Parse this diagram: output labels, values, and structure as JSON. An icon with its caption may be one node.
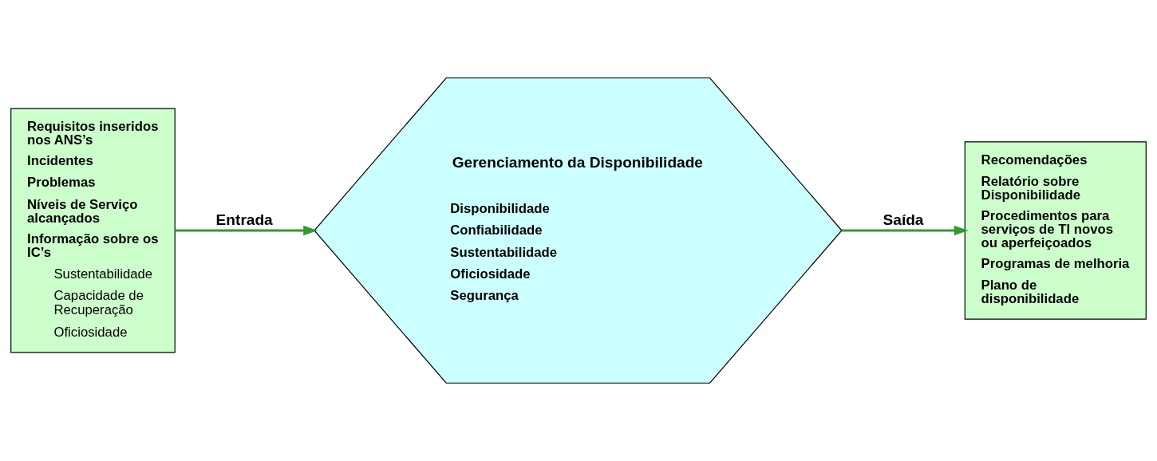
{
  "diagram": {
    "nodes": [
      {
        "text": [
          "Requisitos inseridos nos ANS’s",
          "Incidentes",
          "Problemas",
          "Níveis de Serviço alcançados",
          "Informação sobre os IC’s",
          "Sustentabilidade",
          "Capacidade de Recuperação",
          "Oficiosidade"
        ]
      },
      {
        "text": [
          "Gerenciamento da Disponibilidade",
          "Disponibilidade",
          "Confiabilidade",
          "Sustentabilidade",
          "Oficiosidade",
          "Segurança"
        ]
      },
      {
        "text": [
          "Recomendações",
          "Relatório sobre Disponibilidade",
          "Procedimentos para serviços de TI novos ou aperfeiçoados",
          "Programas de melhoria",
          "Plano de disponibilidade"
        ]
      }
    ],
    "edges": [
      {
        "from": 0,
        "to": 1,
        "arrow": "to",
        "label": "Entrada"
      },
      {
        "from": 1,
        "to": 2,
        "arrow": "to",
        "label": "Saída"
      }
    ]
  }
}
